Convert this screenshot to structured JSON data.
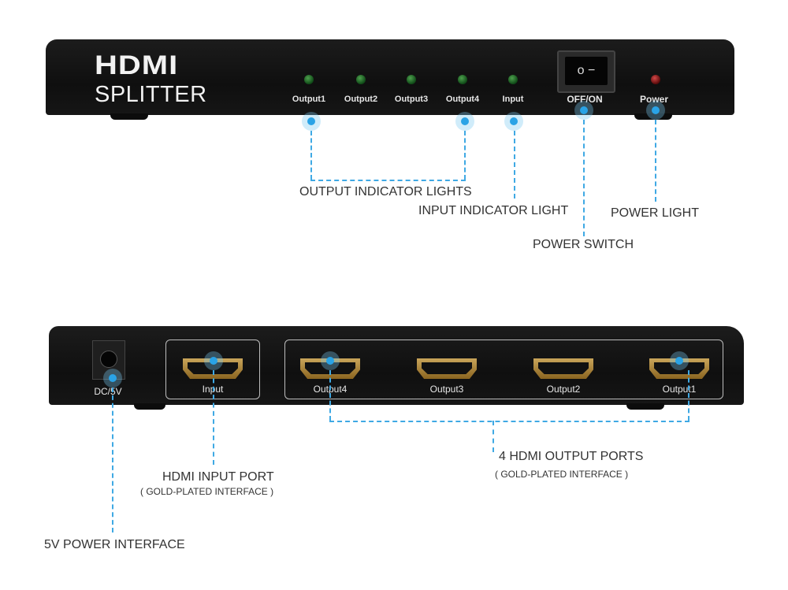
{
  "front_panel": {
    "logo_line1": "HDMI",
    "logo_line2": "SPLITTER",
    "indicators": [
      {
        "label": "Output1",
        "color": "green"
      },
      {
        "label": "Output2",
        "color": "green"
      },
      {
        "label": "Output3",
        "color": "green"
      },
      {
        "label": "Output4",
        "color": "green"
      },
      {
        "label": "Input",
        "color": "green"
      }
    ],
    "switch_label": "OFF/ON",
    "switch_symbols": "o  −",
    "power_label": "Power"
  },
  "back_panel": {
    "dc_label": "DC/5V",
    "input_label": "Input",
    "outputs": [
      "Output4",
      "Output3",
      "Output2",
      "Output1"
    ]
  },
  "callouts": {
    "output_lights": "OUTPUT INDICATOR LIGHTS",
    "input_light": "INPUT INDICATOR LIGHT",
    "power_light": "POWER LIGHT",
    "power_switch": "POWER SWITCH",
    "hdmi_input_port": "HDMI INPUT PORT",
    "hdmi_input_sub": "( GOLD-PLATED INTERFACE )",
    "output_ports": "4 HDMI OUTPUT PORTS",
    "output_ports_sub": "( GOLD-PLATED INTERFACE )",
    "power_interface": "5V POWER INTERFACE"
  },
  "colors": {
    "accent": "#3fa9e4",
    "device": "#151515",
    "gold": "#c9a55a"
  }
}
